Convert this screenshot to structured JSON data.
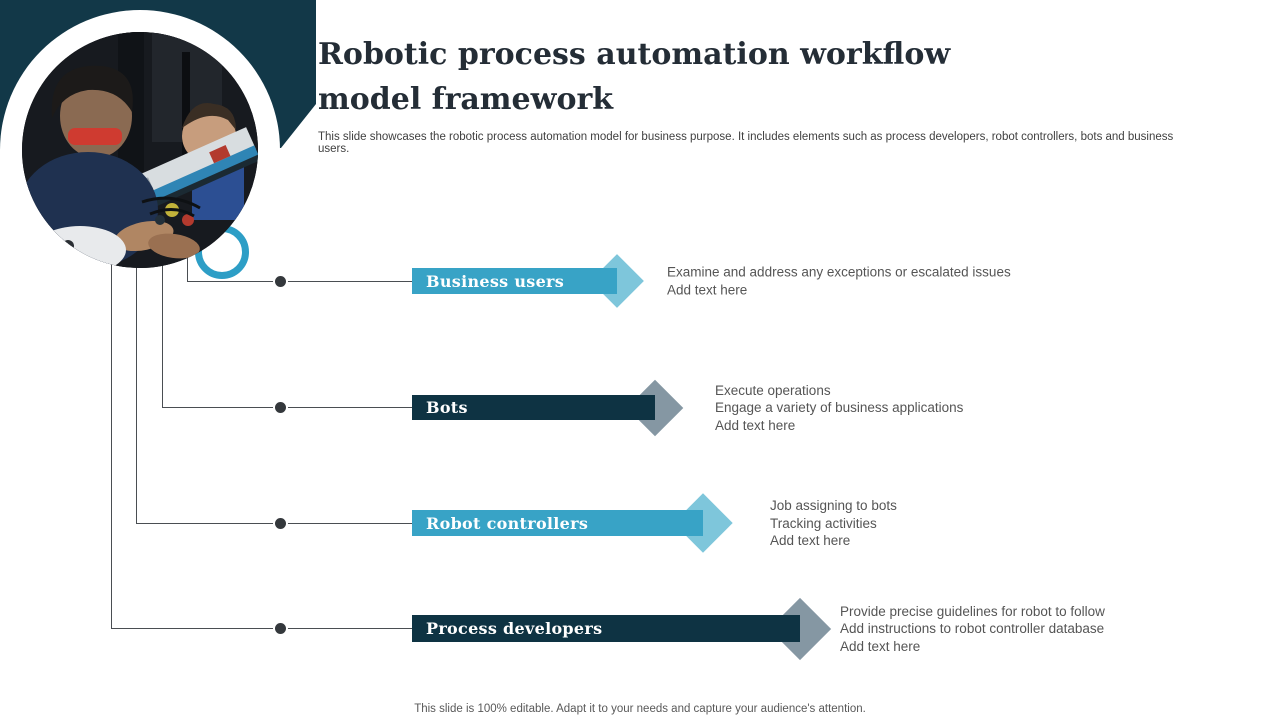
{
  "slide": {
    "title": "Robotic process automation workflow model framework",
    "subtitle": "This slide showcases the  robotic process automation model  for business purpose. It includes elements  such as process developers, robot controllers, bots and business users.",
    "footer": "This slide is 100% editable. Adapt it to your needs and capture your audience's attention."
  },
  "photo": {
    "description": "Two children assembling a robotic arm in a workshop"
  },
  "colors": {
    "navy": "#123848",
    "bar_navy": "#0e3343",
    "bar_teal": "#38a3c6",
    "arrow_teal_light": "#7ec6db",
    "arrow_gray": "#8597a3",
    "accent_ring": "#2d9ec6",
    "connector_line": "#4a4e52",
    "connector_dot": "#34383c"
  },
  "rows": [
    {
      "label": "Business users",
      "style": "teal",
      "descriptions": [
        "Examine and address any exceptions or escalated issues",
        "Add text here"
      ]
    },
    {
      "label": "Bots",
      "style": "navy",
      "descriptions": [
        "Execute operations",
        "Engage a variety of business applications",
        "Add text here"
      ]
    },
    {
      "label": "Robot controllers",
      "style": "teal",
      "descriptions": [
        "Job assigning to bots",
        "Tracking activities",
        "Add text here"
      ]
    },
    {
      "label": "Process developers",
      "style": "navy",
      "descriptions": [
        "Provide precise guidelines for robot to follow",
        "Add instructions to robot controller database",
        "Add text here"
      ]
    }
  ]
}
